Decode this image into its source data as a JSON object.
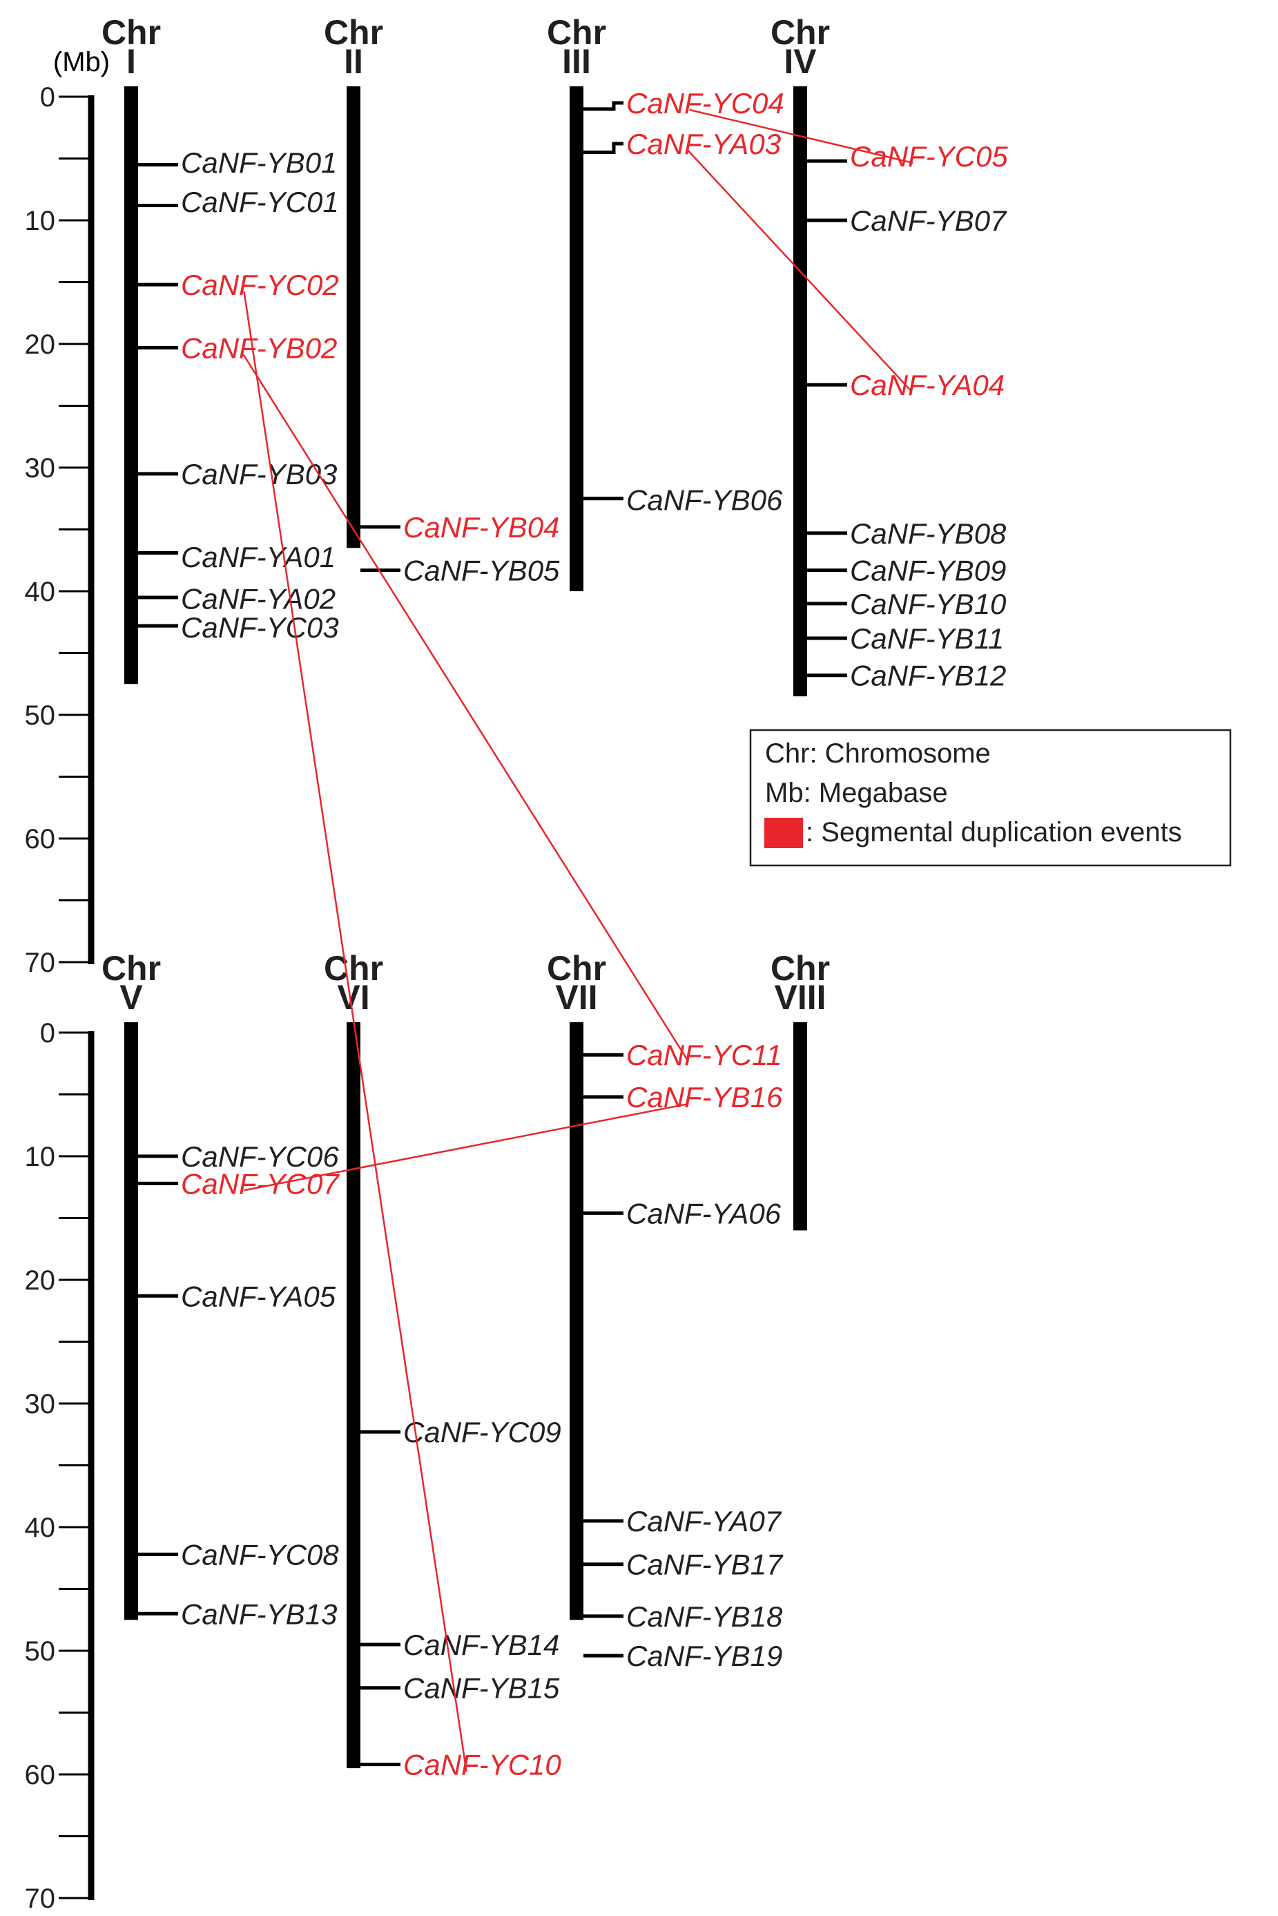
{
  "units_label": "(Mb)",
  "axis": {
    "ticks": [
      "0",
      "10",
      "20",
      "30",
      "40",
      "50",
      "60",
      "70"
    ],
    "max_mb": 70,
    "minor_step_mb": 5
  },
  "chr_prefix": "Chr",
  "colors": {
    "highlight": "#e8262b",
    "normal": "#231f20",
    "bar": "#000000"
  },
  "panels": [
    {
      "chromosomes": [
        {
          "roman": "I",
          "length_mb": 47.5,
          "genes": [
            {
              "id": "CaNF-YB01",
              "pos_mb": 5.5,
              "label_mb": 5.3,
              "seg": false
            },
            {
              "id": "CaNF-YC01",
              "pos_mb": 8.8,
              "label_mb": 8.5,
              "seg": false
            },
            {
              "id": "CaNF-YC02",
              "pos_mb": 15.2,
              "label_mb": 15.2,
              "seg": true
            },
            {
              "id": "CaNF-YB02",
              "pos_mb": 20.3,
              "label_mb": 20.3,
              "seg": true
            },
            {
              "id": "CaNF-YB03",
              "pos_mb": 30.5,
              "label_mb": 30.5,
              "seg": false
            },
            {
              "id": "CaNF-YA01",
              "pos_mb": 36.9,
              "label_mb": 37.2,
              "seg": false
            },
            {
              "id": "CaNF-YA02",
              "pos_mb": 40.5,
              "label_mb": 40.6,
              "seg": false
            },
            {
              "id": "CaNF-YC03",
              "pos_mb": 42.8,
              "label_mb": 42.9,
              "seg": false
            }
          ]
        },
        {
          "roman": "II",
          "length_mb": 36.5,
          "genes": [
            {
              "id": "CaNF-YB04",
              "pos_mb": 34.8,
              "label_mb": 34.8,
              "seg": true
            },
            {
              "id": "CaNF-YB05",
              "pos_mb": 38.3,
              "label_mb": 38.3,
              "seg": false
            }
          ]
        },
        {
          "roman": "III",
          "length_mb": 40.0,
          "genes": [
            {
              "id": "CaNF-YC04",
              "pos_mb": 1.0,
              "label_mb": 0.5,
              "seg": true
            },
            {
              "id": "CaNF-YA03",
              "pos_mb": 4.5,
              "label_mb": 3.8,
              "seg": true
            },
            {
              "id": "CaNF-YB06",
              "pos_mb": 32.5,
              "label_mb": 32.6,
              "seg": false
            }
          ]
        },
        {
          "roman": "IV",
          "length_mb": 48.5,
          "genes": [
            {
              "id": "CaNF-YC05",
              "pos_mb": 5.2,
              "label_mb": 4.8,
              "seg": true
            },
            {
              "id": "CaNF-YB07",
              "pos_mb": 10.0,
              "label_mb": 10.0,
              "seg": false
            },
            {
              "id": "CaNF-YA04",
              "pos_mb": 23.3,
              "label_mb": 23.3,
              "seg": true
            },
            {
              "id": "CaNF-YB08",
              "pos_mb": 35.3,
              "label_mb": 35.3,
              "seg": false
            },
            {
              "id": "CaNF-YB09",
              "pos_mb": 38.3,
              "label_mb": 38.3,
              "seg": false
            },
            {
              "id": "CaNF-YB10",
              "pos_mb": 41.0,
              "label_mb": 41.0,
              "seg": false
            },
            {
              "id": "CaNF-YB11",
              "pos_mb": 43.8,
              "label_mb": 43.8,
              "seg": false
            },
            {
              "id": "CaNF-YB12",
              "pos_mb": 46.8,
              "label_mb": 46.8,
              "seg": false
            }
          ]
        }
      ]
    },
    {
      "chromosomes": [
        {
          "roman": "V",
          "length_mb": 47.5,
          "genes": [
            {
              "id": "CaNF-YC06",
              "pos_mb": 10.0,
              "label_mb": 10.0,
              "seg": false
            },
            {
              "id": "CaNF-YC07",
              "pos_mb": 12.2,
              "label_mb": 12.2,
              "seg": true
            },
            {
              "id": "CaNF-YA05",
              "pos_mb": 21.3,
              "label_mb": 21.3,
              "seg": false
            },
            {
              "id": "CaNF-YC08",
              "pos_mb": 42.2,
              "label_mb": 42.2,
              "seg": false
            },
            {
              "id": "CaNF-YB13",
              "pos_mb": 47.0,
              "label_mb": 47.0,
              "seg": false
            }
          ]
        },
        {
          "roman": "VI",
          "length_mb": 59.5,
          "genes": [
            {
              "id": "CaNF-YC09",
              "pos_mb": 32.3,
              "label_mb": 32.3,
              "seg": false
            },
            {
              "id": "CaNF-YB14",
              "pos_mb": 49.5,
              "label_mb": 49.5,
              "seg": false
            },
            {
              "id": "CaNF-YB15",
              "pos_mb": 53.0,
              "label_mb": 53.0,
              "seg": false
            },
            {
              "id": "CaNF-YC10",
              "pos_mb": 59.2,
              "label_mb": 59.2,
              "seg": true
            }
          ]
        },
        {
          "roman": "VII",
          "length_mb": 47.5,
          "genes": [
            {
              "id": "CaNF-YC11",
              "pos_mb": 1.8,
              "label_mb": 1.8,
              "seg": true
            },
            {
              "id": "CaNF-YB16",
              "pos_mb": 5.2,
              "label_mb": 5.2,
              "seg": true
            },
            {
              "id": "CaNF-YA06",
              "pos_mb": 14.6,
              "label_mb": 14.6,
              "seg": false
            },
            {
              "id": "CaNF-YA07",
              "pos_mb": 39.5,
              "label_mb": 39.5,
              "seg": false
            },
            {
              "id": "CaNF-YB17",
              "pos_mb": 43.0,
              "label_mb": 43.0,
              "seg": false
            },
            {
              "id": "CaNF-YB18",
              "pos_mb": 47.2,
              "label_mb": 47.2,
              "seg": false
            },
            {
              "id": "CaNF-YB19",
              "pos_mb": 50.4,
              "label_mb": 50.4,
              "seg": false
            }
          ]
        },
        {
          "roman": "VIII",
          "length_mb": 16.0,
          "genes": []
        }
      ]
    }
  ],
  "duplications": [
    {
      "a": "CaNF-YC04",
      "b": "CaNF-YC05"
    },
    {
      "a": "CaNF-YA03",
      "b": "CaNF-YA04"
    },
    {
      "a": "CaNF-YC02",
      "b": "CaNF-YC10"
    },
    {
      "a": "CaNF-YB02",
      "b": "CaNF-YC11"
    },
    {
      "a": "CaNF-YC07",
      "b": "CaNF-YB16"
    }
  ],
  "legend": {
    "items": [
      "Chr: Chromosome",
      "Mb: Megabase",
      ": Segmental duplication events"
    ]
  }
}
